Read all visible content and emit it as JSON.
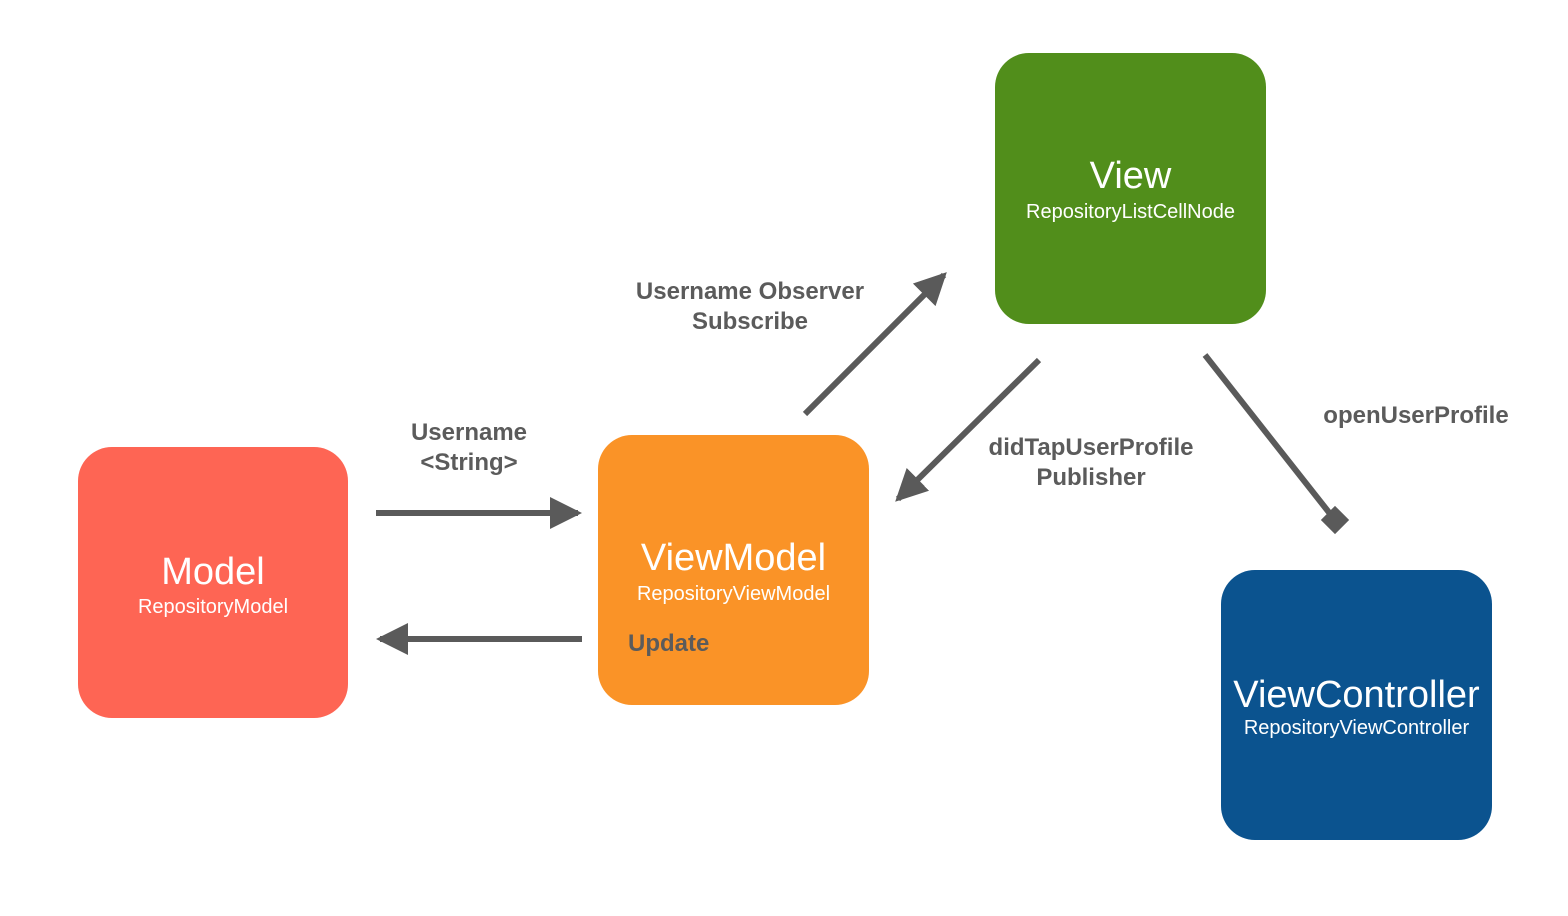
{
  "colors": {
    "model": "#fe6554",
    "viewmodel": "#fa9327",
    "view": "#518e1b",
    "viewcontroller": "#0b538f",
    "connector": "#5a5a5a",
    "label_text": "#5b5b5b"
  },
  "nodes": {
    "model": {
      "title": "Model",
      "subtitle": "RepositoryModel"
    },
    "viewmodel": {
      "title": "ViewModel",
      "subtitle": "RepositoryViewModel",
      "note": "Update"
    },
    "view": {
      "title": "View",
      "subtitle": "RepositoryListCellNode"
    },
    "viewcontroller": {
      "title": "ViewController",
      "subtitle": "RepositoryViewController"
    }
  },
  "edges": {
    "model_to_viewmodel": {
      "line1": "Username",
      "line2": "<String>"
    },
    "viewmodel_to_view": {
      "line1": "Username Observer",
      "line2": "Subscribe"
    },
    "view_to_viewmodel": {
      "line1": "didTapUserProfile",
      "line2": "Publisher"
    },
    "view_to_viewcontroller": {
      "line1": "openUserProfile"
    }
  }
}
